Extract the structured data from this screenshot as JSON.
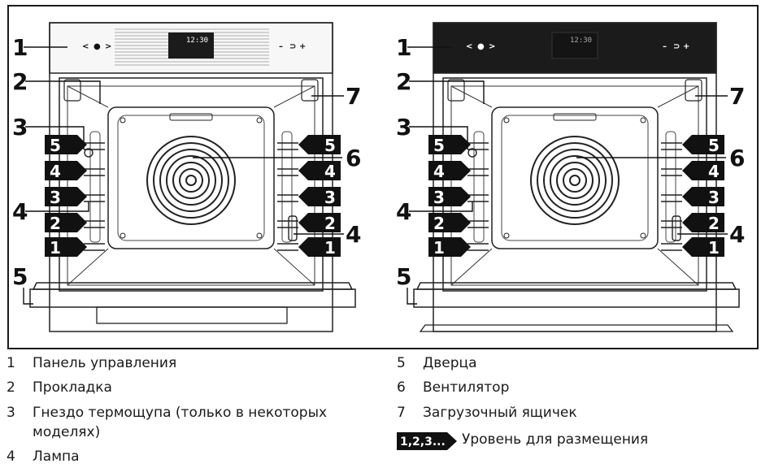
{
  "figure": {
    "display_time": "12:30",
    "left_panel": {
      "minus_less": "<",
      "dot": "●",
      "greater": ">",
      "minus": "–",
      "fan": "⊃",
      "plus": "+"
    },
    "right_panel": {
      "minus_less": "<",
      "dot": "●",
      "greater": ">",
      "minus": "–",
      "fan": "⊃",
      "plus": "+"
    },
    "callouts_left": [
      "1",
      "2",
      "3",
      "4",
      "5",
      "6",
      "7",
      "4"
    ],
    "callouts_right": [
      "1",
      "2",
      "3",
      "4",
      "5",
      "6",
      "7",
      "4"
    ],
    "shelf_levels": [
      "5",
      "4",
      "3",
      "2",
      "1"
    ]
  },
  "legend": {
    "left": [
      {
        "num": "1",
        "text": "Панель управления"
      },
      {
        "num": "2",
        "text": "Прокладка"
      },
      {
        "num": "3",
        "text": "Гнездо термощупа (только в некоторых",
        "text2": "моделях)"
      },
      {
        "num": "4",
        "text": "Лампа"
      }
    ],
    "right": [
      {
        "num": "5",
        "text": "Дверца"
      },
      {
        "num": "6",
        "text": "Вентилятор"
      },
      {
        "num": "7",
        "text": "Загрузочный ящичек"
      }
    ],
    "levels_badge": "1,2,3...",
    "levels_text": "Уровень для размещения"
  },
  "colors": {
    "line": "#1a1a1a",
    "panel_dark": "#1b1b1b",
    "badge": "#111111"
  }
}
